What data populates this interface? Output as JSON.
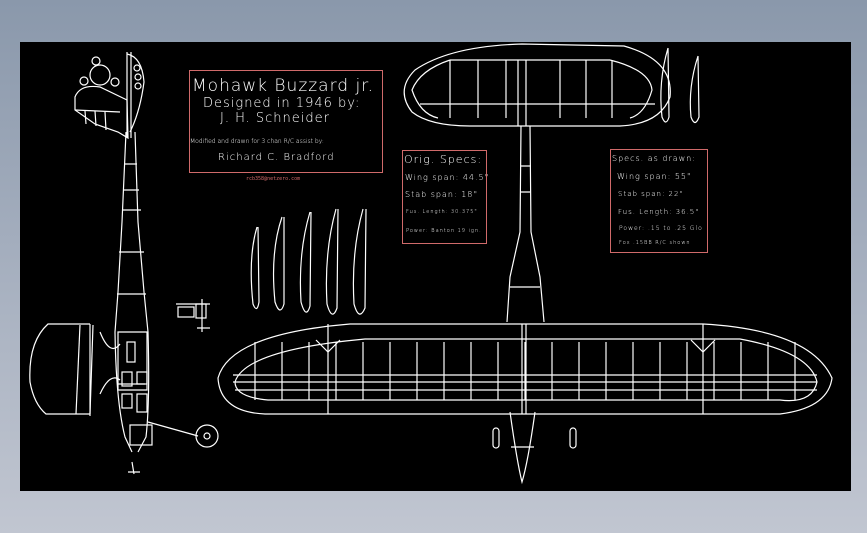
{
  "drawing": {
    "background_color": "#000000",
    "line_color": "#ffffff",
    "border_color": "#d06a6a"
  },
  "title_block": {
    "title": "Mohawk Buzzard jr.",
    "designed_line": "Designed in 1946 by:",
    "designer": "J. H. Schneider",
    "modified_line": "Modified and drawn for 3 chan R/C assist by:",
    "modifier": "Richard C. Bradford",
    "credit": "rcb358@netzero.com"
  },
  "orig_specs": {
    "heading": "Orig. Specs:",
    "items": [
      "Wing span: 44.5\"",
      "Stab span: 18\"",
      "Fus. Length: 30.375\"",
      "Power: Banton 19 ign."
    ]
  },
  "drawn_specs": {
    "heading": "Specs. as drawn:",
    "items": [
      "Wing span: 55\"",
      "Stab span: 22\"",
      "Fus. Length: 36.5\"",
      "Power: .15 to .25 Glo",
      "Fox .15BB R/C shown"
    ]
  }
}
